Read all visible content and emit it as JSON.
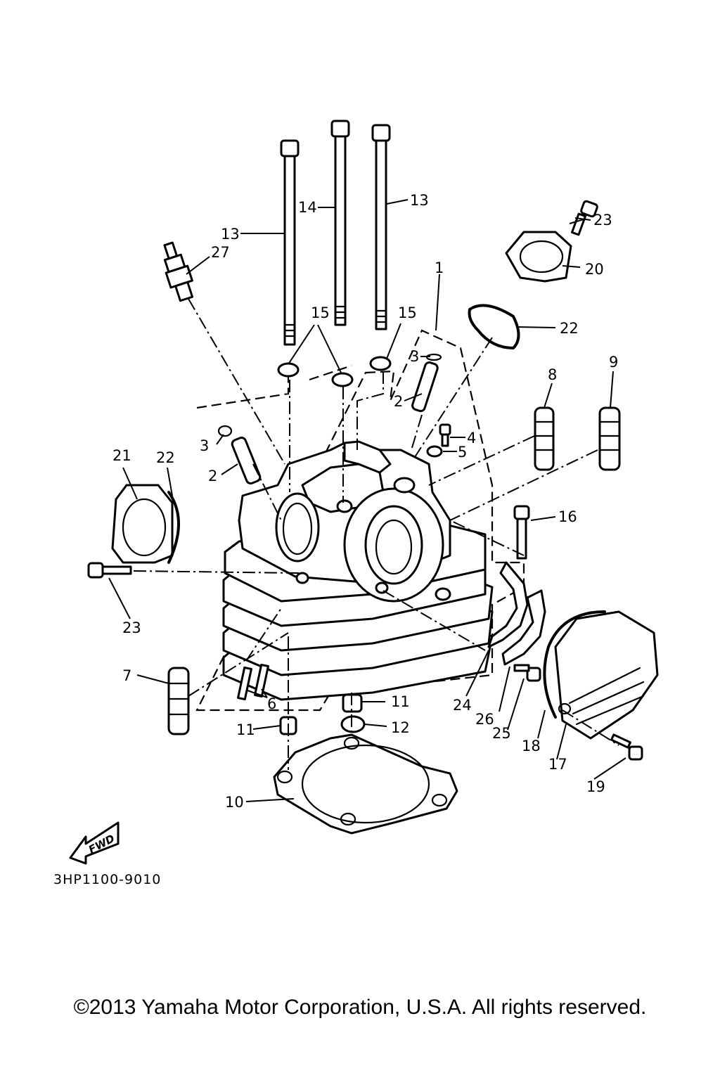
{
  "diagram": {
    "callouts": [
      {
        "id": "p1",
        "label": "1"
      },
      {
        "id": "p2a",
        "label": "2"
      },
      {
        "id": "p2b",
        "label": "2"
      },
      {
        "id": "p3a",
        "label": "3"
      },
      {
        "id": "p3b",
        "label": "3"
      },
      {
        "id": "p4",
        "label": "4"
      },
      {
        "id": "p5",
        "label": "5"
      },
      {
        "id": "p6",
        "label": "6"
      },
      {
        "id": "p7",
        "label": "7"
      },
      {
        "id": "p8",
        "label": "8"
      },
      {
        "id": "p9",
        "label": "9"
      },
      {
        "id": "p10",
        "label": "10"
      },
      {
        "id": "p11a",
        "label": "11"
      },
      {
        "id": "p11b",
        "label": "11"
      },
      {
        "id": "p12",
        "label": "12"
      },
      {
        "id": "p13a",
        "label": "13"
      },
      {
        "id": "p13b",
        "label": "13"
      },
      {
        "id": "p14",
        "label": "14"
      },
      {
        "id": "p15a",
        "label": "15"
      },
      {
        "id": "p15b",
        "label": "15"
      },
      {
        "id": "p16",
        "label": "16"
      },
      {
        "id": "p17",
        "label": "17"
      },
      {
        "id": "p18",
        "label": "18"
      },
      {
        "id": "p19",
        "label": "19"
      },
      {
        "id": "p20",
        "label": "20"
      },
      {
        "id": "p21",
        "label": "21"
      },
      {
        "id": "p22a",
        "label": "22"
      },
      {
        "id": "p22b",
        "label": "22"
      },
      {
        "id": "p23a",
        "label": "23"
      },
      {
        "id": "p23b",
        "label": "23"
      },
      {
        "id": "p24",
        "label": "24"
      },
      {
        "id": "p25",
        "label": "25"
      },
      {
        "id": "p26",
        "label": "26"
      },
      {
        "id": "p27",
        "label": "27"
      }
    ],
    "fwd_label": "FWD",
    "reference_code": "3HP1100-9010"
  },
  "footer": {
    "copyright": "©2013 Yamaha Motor Corporation, U.S.A. All rights reserved."
  }
}
